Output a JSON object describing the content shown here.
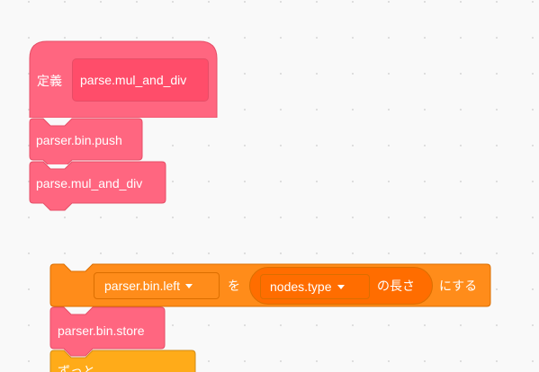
{
  "define_block": {
    "prefix": "定義",
    "name": "parse.mul_and_div"
  },
  "custom_blocks": [
    {
      "label": "parser.bin.push"
    },
    {
      "label": "parse.mul_and_div"
    }
  ],
  "set_block": {
    "variable": "parser.bin.left",
    "word_wo": "を",
    "length_of_var": "nodes.type",
    "length_suffix": "の長さ",
    "word_ni_suru": "にする"
  },
  "store_block": {
    "label": "parser.bin.store"
  },
  "forever_block": {
    "label": "ずっと"
  },
  "colors": {
    "custom_pink": "#ff6680",
    "custom_pink_dark": "#ff4d6a",
    "custom_border": "#e64d66",
    "variables_orange": "#ff8c1a",
    "variables_dark": "#ff6d00",
    "variables_border": "#db6e00",
    "control_yellow": "#ffab19"
  }
}
